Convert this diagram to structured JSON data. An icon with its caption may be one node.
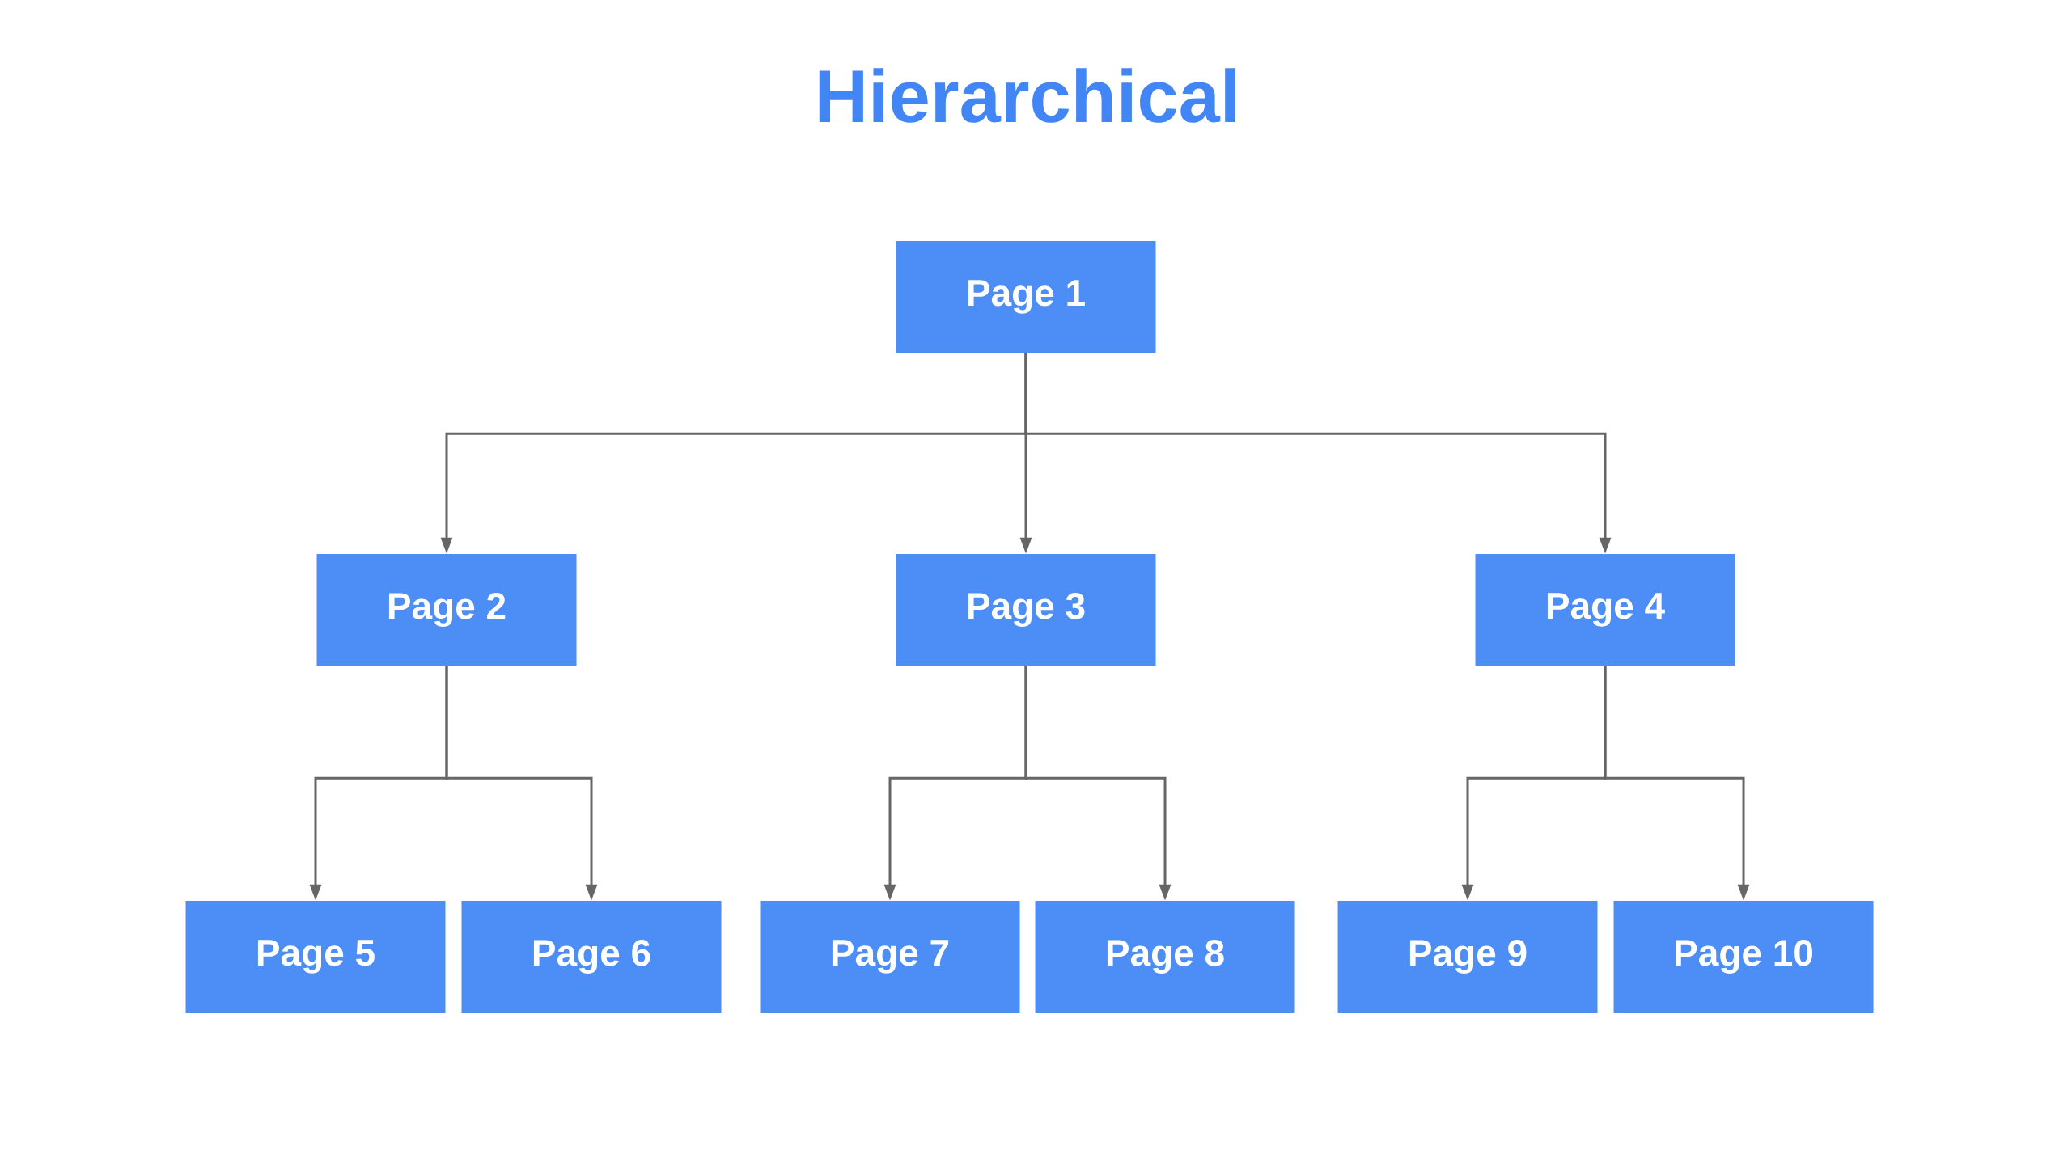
{
  "diagram": {
    "title": "Hierarchical",
    "nodes": [
      {
        "text": [
          "Page 1"
        ]
      },
      {
        "text": [
          "Page 2"
        ]
      },
      {
        "text": [
          "Page 3"
        ]
      },
      {
        "text": [
          "Page 4"
        ]
      },
      {
        "text": [
          "Page 5"
        ]
      },
      {
        "text": [
          "Page 6"
        ]
      },
      {
        "text": [
          "Page 7"
        ]
      },
      {
        "text": [
          "Page 8"
        ]
      },
      {
        "text": [
          "Page 9"
        ]
      },
      {
        "text": [
          "Page 10"
        ]
      }
    ],
    "edges": [
      {
        "from": 0,
        "to": 1,
        "arrow": "to"
      },
      {
        "from": 0,
        "to": 2,
        "arrow": "to"
      },
      {
        "from": 0,
        "to": 3,
        "arrow": "to"
      },
      {
        "from": 1,
        "to": 4,
        "arrow": "to"
      },
      {
        "from": 1,
        "to": 5,
        "arrow": "to"
      },
      {
        "from": 2,
        "to": 6,
        "arrow": "to"
      },
      {
        "from": 2,
        "to": 7,
        "arrow": "to"
      },
      {
        "from": 3,
        "to": 8,
        "arrow": "to"
      },
      {
        "from": 3,
        "to": 9,
        "arrow": "to"
      }
    ]
  }
}
